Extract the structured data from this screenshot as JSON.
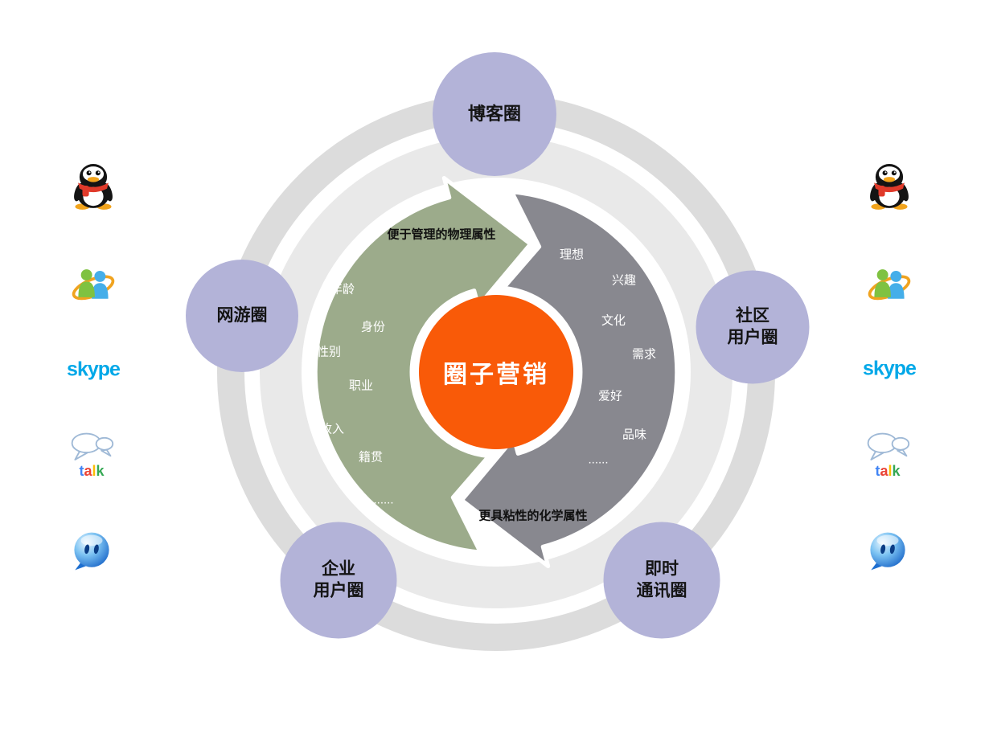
{
  "diagram": {
    "center_label": "圈子营销",
    "nodes": {
      "blog": "博客圈",
      "game": "网游圈",
      "community": "社区\n用户圈",
      "enterprise": "企业\n用户圈",
      "instant_messaging": "即时\n通讯圈"
    },
    "physical": {
      "title": "便于管理的物理属性",
      "items": [
        "年龄",
        "身份",
        "性别",
        "职业",
        "收入",
        "籍贯",
        "......"
      ]
    },
    "chemical": {
      "title": "更具粘性的化学属性",
      "items": [
        "理想",
        "兴趣",
        "文化",
        "需求",
        "爱好",
        "品味",
        "......"
      ]
    }
  },
  "icons": {
    "names": [
      "qq",
      "windows-live-messenger",
      "skype",
      "google-talk",
      "blue-chat-bubble"
    ],
    "skype_wordmark": "skype",
    "gtalk_letters": [
      "t",
      "a",
      "l",
      "k"
    ],
    "gtalk_letter_colors": [
      "#4285f4",
      "#ea4335",
      "#fbbc05",
      "#34a853"
    ]
  },
  "colors": {
    "center_circle": "#f95a08",
    "node_circle": "#b3b3d8",
    "physical_arrow": "#9cab8b",
    "chemical_arrow": "#88888f",
    "outer_ring": "#dcdcdc",
    "inner_ring": "#e9e9e9",
    "skype_blue": "#00a8e8"
  }
}
